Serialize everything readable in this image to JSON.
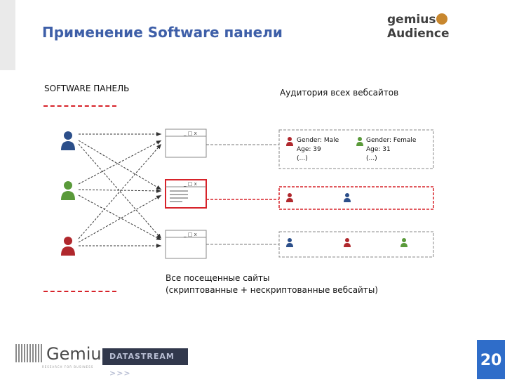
{
  "header": {
    "title": "Применение Software панели",
    "brand_left": "gemius",
    "brand_right": "Audience"
  },
  "left": {
    "label": "SOFTWARE  ПАНЕЛЬ"
  },
  "right": {
    "label": "Аудитория всех вебсайтов",
    "profiles": [
      {
        "gender": "Gender: Male",
        "age": "Age: 39",
        "more": "(...)"
      },
      {
        "gender": "Gender: Female",
        "age": "Age: 31",
        "more": "(...)"
      }
    ]
  },
  "footer": {
    "line1": "Все посещенные сайты",
    "line2": "(скриптованные + нескриптованные вебсайты)"
  },
  "window_controls": "_ □ x",
  "logos": {
    "gemius": "Gemius",
    "gemius_sub": "RESEARCH FOR BUSINESS",
    "datastream": "DATASTREAM >>>"
  },
  "page_number": "20",
  "colors": {
    "title": "#3e5fa8",
    "dash": "#d7232a",
    "user_blue": "#2c4f8a",
    "user_green": "#5a9a3a",
    "user_red": "#b0282d",
    "page_box": "#2f6dc9"
  }
}
